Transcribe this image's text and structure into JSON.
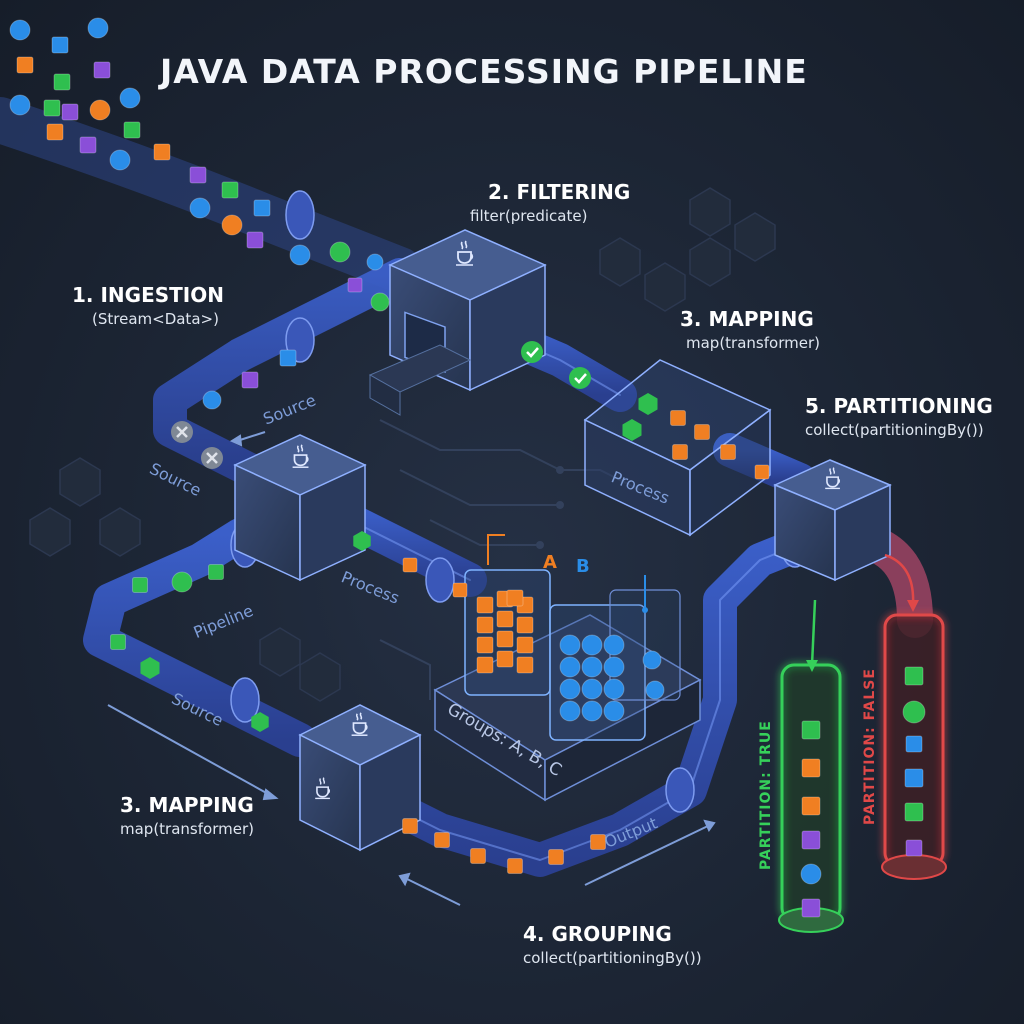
{
  "title": "JAVA DATA PROCESSING PIPELINE",
  "stages": {
    "ingestion": {
      "heading": "1. INGESTION",
      "code": "(Stream<Data>)"
    },
    "filtering": {
      "heading": "2. FILTERING",
      "code": "filter(predicate)"
    },
    "mapping_top": {
      "heading": "3. MAPPING",
      "code": "map(transformer)"
    },
    "mapping_bottom": {
      "heading": "3. MAPPING",
      "code": "map(transformer)"
    },
    "grouping": {
      "heading": "4. GROUPING",
      "code": "collect(partitioningBy())"
    },
    "partitioning": {
      "heading": "5. PARTITIONING",
      "code": "collect(partitioningBy())"
    }
  },
  "flow_labels": {
    "source_1": "Source",
    "source_2": "Source",
    "source_3": "Source",
    "process_1": "Process",
    "process_2": "Process",
    "pipeline": "Pipeline",
    "output": "Output",
    "groups": "Groups: A, B, C",
    "group_a": "A",
    "group_b": "B"
  },
  "partitions": {
    "true_label": "PARTITION: TRUE",
    "false_label": "PARTITION: FALSE"
  },
  "colors": {
    "pipe": "#4a6fd6",
    "pipe_glow": "#7ea2ff",
    "data_orange": "#f07f22",
    "data_green": "#2fbf4f",
    "data_blue": "#2a8de8",
    "data_purple": "#8a4fd8",
    "partition_true": "#36d05a",
    "partition_false": "#e04848"
  },
  "icons": [
    "java-cup-icon",
    "check-icon",
    "cross-icon",
    "hexagon-icon",
    "cube-icon",
    "sphere-icon"
  ]
}
